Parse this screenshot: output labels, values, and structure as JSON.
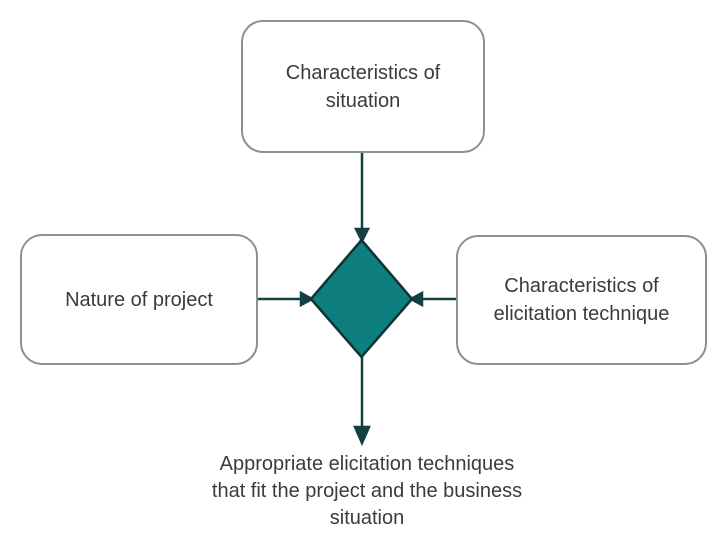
{
  "diagram": {
    "nodes": {
      "top": {
        "label": "Characteristics of\nsituation"
      },
      "left": {
        "label": "Nature of project"
      },
      "right": {
        "label": "Characteristics of\nelicitation technique"
      }
    },
    "output_text": "Appropriate elicitation techniques\nthat fit the project and the business\nsituation",
    "colors": {
      "background": "#ffffff",
      "box_border": "#8f8f8f",
      "box_fill": "#ffffff",
      "text": "#3b3b3b",
      "diamond_fill": "#0f7e7e",
      "diamond_stroke": "#0d3535",
      "arrow": "#134040"
    }
  }
}
